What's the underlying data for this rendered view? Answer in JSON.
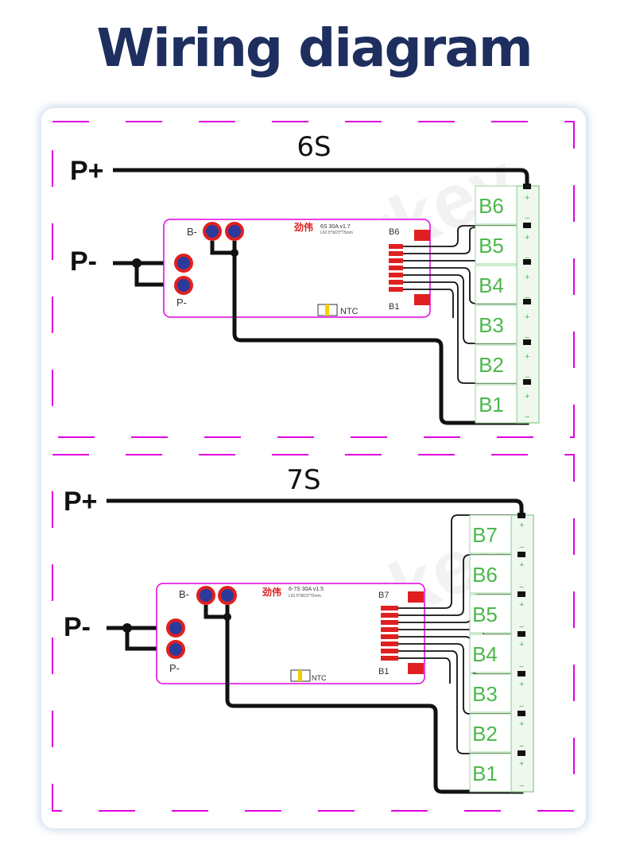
{
  "page": {
    "title": "Wiring diagram"
  },
  "watermark": "Enerkey",
  "colors": {
    "title": "#1e2e5e",
    "frame": "#e000e0",
    "cell_text": "#4cb84c",
    "pad_red": "#e02020",
    "pad_blue": "#2b3a9c",
    "wire": "#111111"
  },
  "diagrams": [
    {
      "id": "6s",
      "heading": "6S",
      "p_plus": "P+",
      "p_minus": "P-",
      "board": {
        "b_minus": "B-",
        "p_minus": "P-",
        "brand": "劲伟",
        "model": "6S 30A v1.7",
        "dims": "L62.5*W23*T5mm",
        "ntc": "NTC",
        "conn_top": "B6",
        "conn_bottom": "B1"
      },
      "cells": [
        "B6",
        "B5",
        "B4",
        "B3",
        "B2",
        "B1"
      ]
    },
    {
      "id": "7s",
      "heading": "7S",
      "p_plus": "P+",
      "p_minus": "P-",
      "board": {
        "b_minus": "B-",
        "p_minus": "P-",
        "brand": "劲伟",
        "model": "6-7S 30A v1.5",
        "dims": "L62.5*W23*T5mm",
        "ntc": "NTC",
        "conn_top": "B7",
        "conn_bottom": "B1"
      },
      "cells": [
        "B7",
        "B6",
        "B5",
        "B4",
        "B3",
        "B2",
        "B1"
      ]
    }
  ]
}
